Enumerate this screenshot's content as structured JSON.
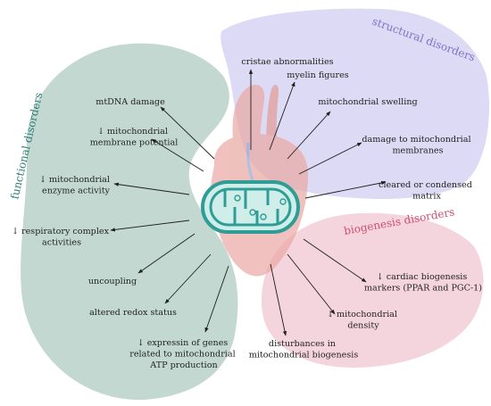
{
  "categories": {
    "functional": {
      "title": "functional disorders",
      "color": "#2f7f78",
      "fill": "#c4d8d2"
    },
    "structural": {
      "title": "structural disorders",
      "color": "#7f73c7",
      "fill": "#dcdaf5"
    },
    "biogenesis": {
      "title": "biogenesis disorders",
      "color": "#d04f6f",
      "fill": "#f5d5dd"
    }
  },
  "functional_items": [
    [
      "mtDNA damage"
    ],
    [
      "↓ mitochondrial",
      "membrane potential"
    ],
    [
      "↓ mitochondrial",
      "enzyme activity"
    ],
    [
      "↓ respiratory complex",
      "activities"
    ],
    [
      "uncoupling"
    ],
    [
      "altered redox status"
    ],
    [
      "↓ expressin of genes",
      "related to mitochondrial",
      "ATP production"
    ]
  ],
  "structural_items": [
    [
      "cristae abnormalities"
    ],
    [
      "myelin figures"
    ],
    [
      "mitochondrial swelling"
    ],
    [
      "damage to mitochondrial",
      "membranes"
    ],
    [
      "cleared or condensed",
      "matrix"
    ]
  ],
  "biogenesis_items": [
    [
      "↓ cardiac biogenesis",
      "markers (PPAR and PGC-1)"
    ],
    [
      "↓ mitochondrial",
      "density"
    ],
    [
      "disturbances in",
      "mitochondrial biogenesis"
    ]
  ],
  "colors": {
    "heart": "#e9a7a2",
    "mitochondrion_outer": "#2f9c96",
    "mitochondrion_inner": "#cfeeea",
    "arrow": "#1e1e1e"
  }
}
